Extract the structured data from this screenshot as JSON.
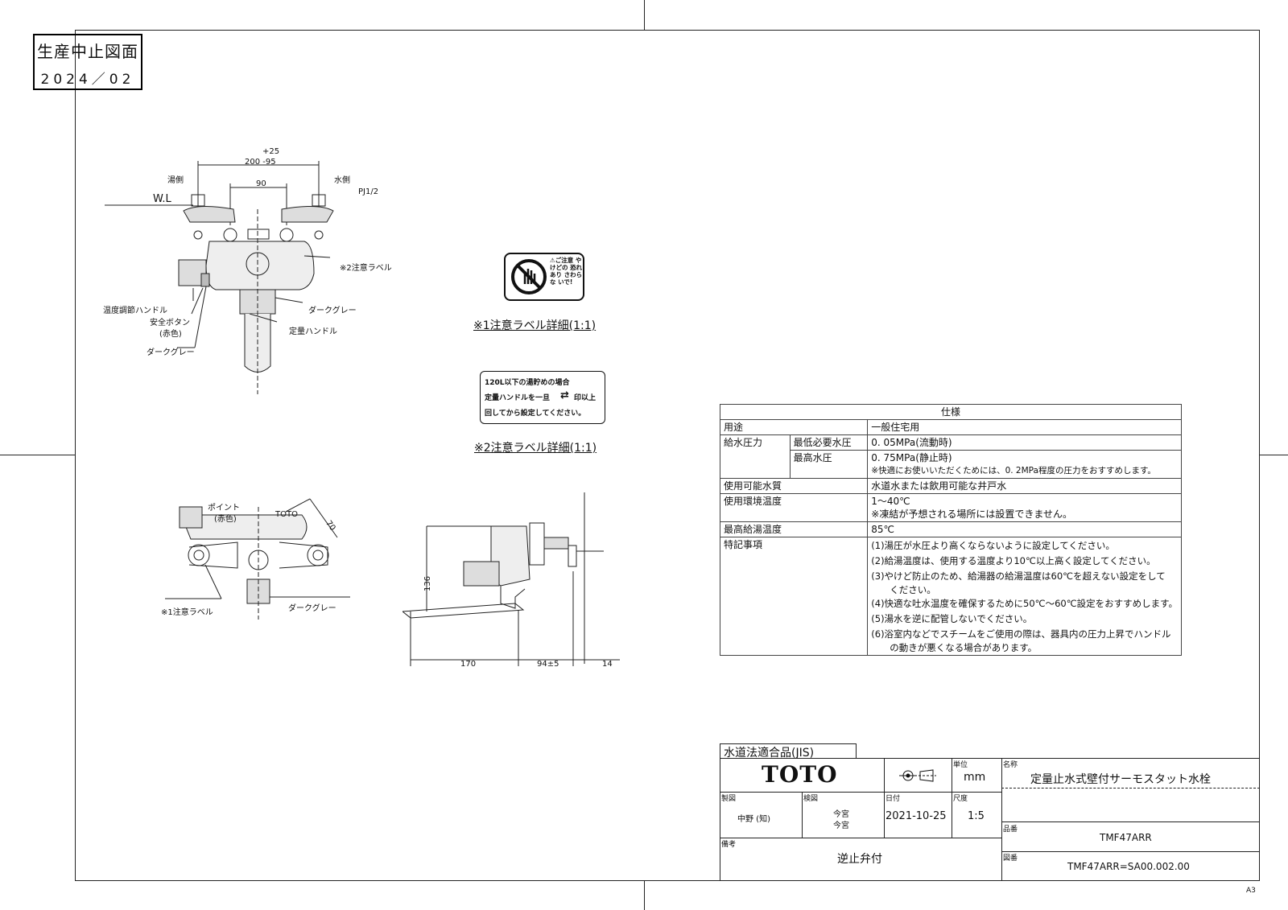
{
  "stamp": {
    "title": "生産中止図面",
    "date": "2024／02"
  },
  "drawing_top": {
    "dim_tol": "+25",
    "dim_main": "200 -95",
    "dim_90": "90",
    "hot_side": "湯側",
    "cold_side": "水側",
    "wl": "W.L",
    "pj": "PJ1/2",
    "caution_label2": "※2注意ラベル",
    "temp_handle": "温度調節ハンドル",
    "safety_button": "安全ボタン",
    "red": "(赤色)",
    "dark_gray": "ダークグレー",
    "dark_gray2": "ダークグレー",
    "fixed_handle": "定量ハンドル"
  },
  "drawing_bottom": {
    "point": "ポイント",
    "red": "(赤色)",
    "toto": "TOTO",
    "dim_70": "70",
    "caution_label1": "※1注意ラベル",
    "dark_gray": "ダークグレー",
    "dim_136": "136",
    "dim_170": "170",
    "dim_94": "94±5",
    "dim_14": "14"
  },
  "label1": {
    "text": "⚠ご注意 やけどの 恐れあり さわらな いで!",
    "caption": "※1注意ラベル詳細(1:1)"
  },
  "label2": {
    "line1": "120L以下の湯貯めの場合",
    "line2": "定量ハンドルを一旦",
    "line2b": "印以上",
    "line3": "回してから設定してください。",
    "caption": "※2注意ラベル詳細(1:1)"
  },
  "spec": {
    "header": "仕様",
    "rows": {
      "use_label": "用途",
      "use_value": "一般住宅用",
      "pressure_label": "給水圧力",
      "min_label": "最低必要水圧",
      "min_value": "0. 05MPa(流動時)",
      "max_label": "最高水圧",
      "max_value": "0. 75MPa(静止時)",
      "max_note": "※快適にお使いいただくためには、0. 2MPa程度の圧力をおすすめします。",
      "water_label": "使用可能水質",
      "water_value": "水道水または飲用可能な井戸水",
      "env_label": "使用環境温度",
      "env_value": "1〜40℃",
      "env_note": "※凍結が予想される場所には設置できません。",
      "hot_label": "最高給湯温度",
      "hot_value": "85℃",
      "notes_label": "特記事項"
    },
    "notes": [
      "(1)湯圧が水圧より高くならないように設定してください。",
      "(2)給湯温度は、使用する温度より10℃以上高く設定してください。",
      "(3)やけど防止のため、給湯器の給湯温度は60℃を超えない設定をして",
      "　　ください。",
      "(4)快適な吐水温度を確保するために50℃〜60℃設定をおすすめします。",
      "(5)湯水を逆に配管しないでください。",
      "(6)浴室内などでスチームをご使用の際は、器具内の圧力上昇でハンドル",
      "　　の動きが悪くなる場合があります。"
    ]
  },
  "title_block": {
    "jis": "水道法適合品(JIS)",
    "brand": "TOTO",
    "unit_label": "単位",
    "unit": "mm",
    "name_label": "名称",
    "name": "定量止水式壁付サーモスタット水栓",
    "made_label": "製図",
    "made": "中野 (知)",
    "check_label": "検図",
    "check1": "今宮",
    "check2": "今宮",
    "date_label": "日付",
    "date": "2021-10-25",
    "scale_label": "尺度",
    "scale": "1:5",
    "remarks_label": "備考",
    "remarks": "逆止弁付",
    "part_label": "品番",
    "part": "TMF47ARR",
    "drawing_label": "図番",
    "drawing": "TMF47ARR=SA00.002.00"
  },
  "sheet": "A3"
}
